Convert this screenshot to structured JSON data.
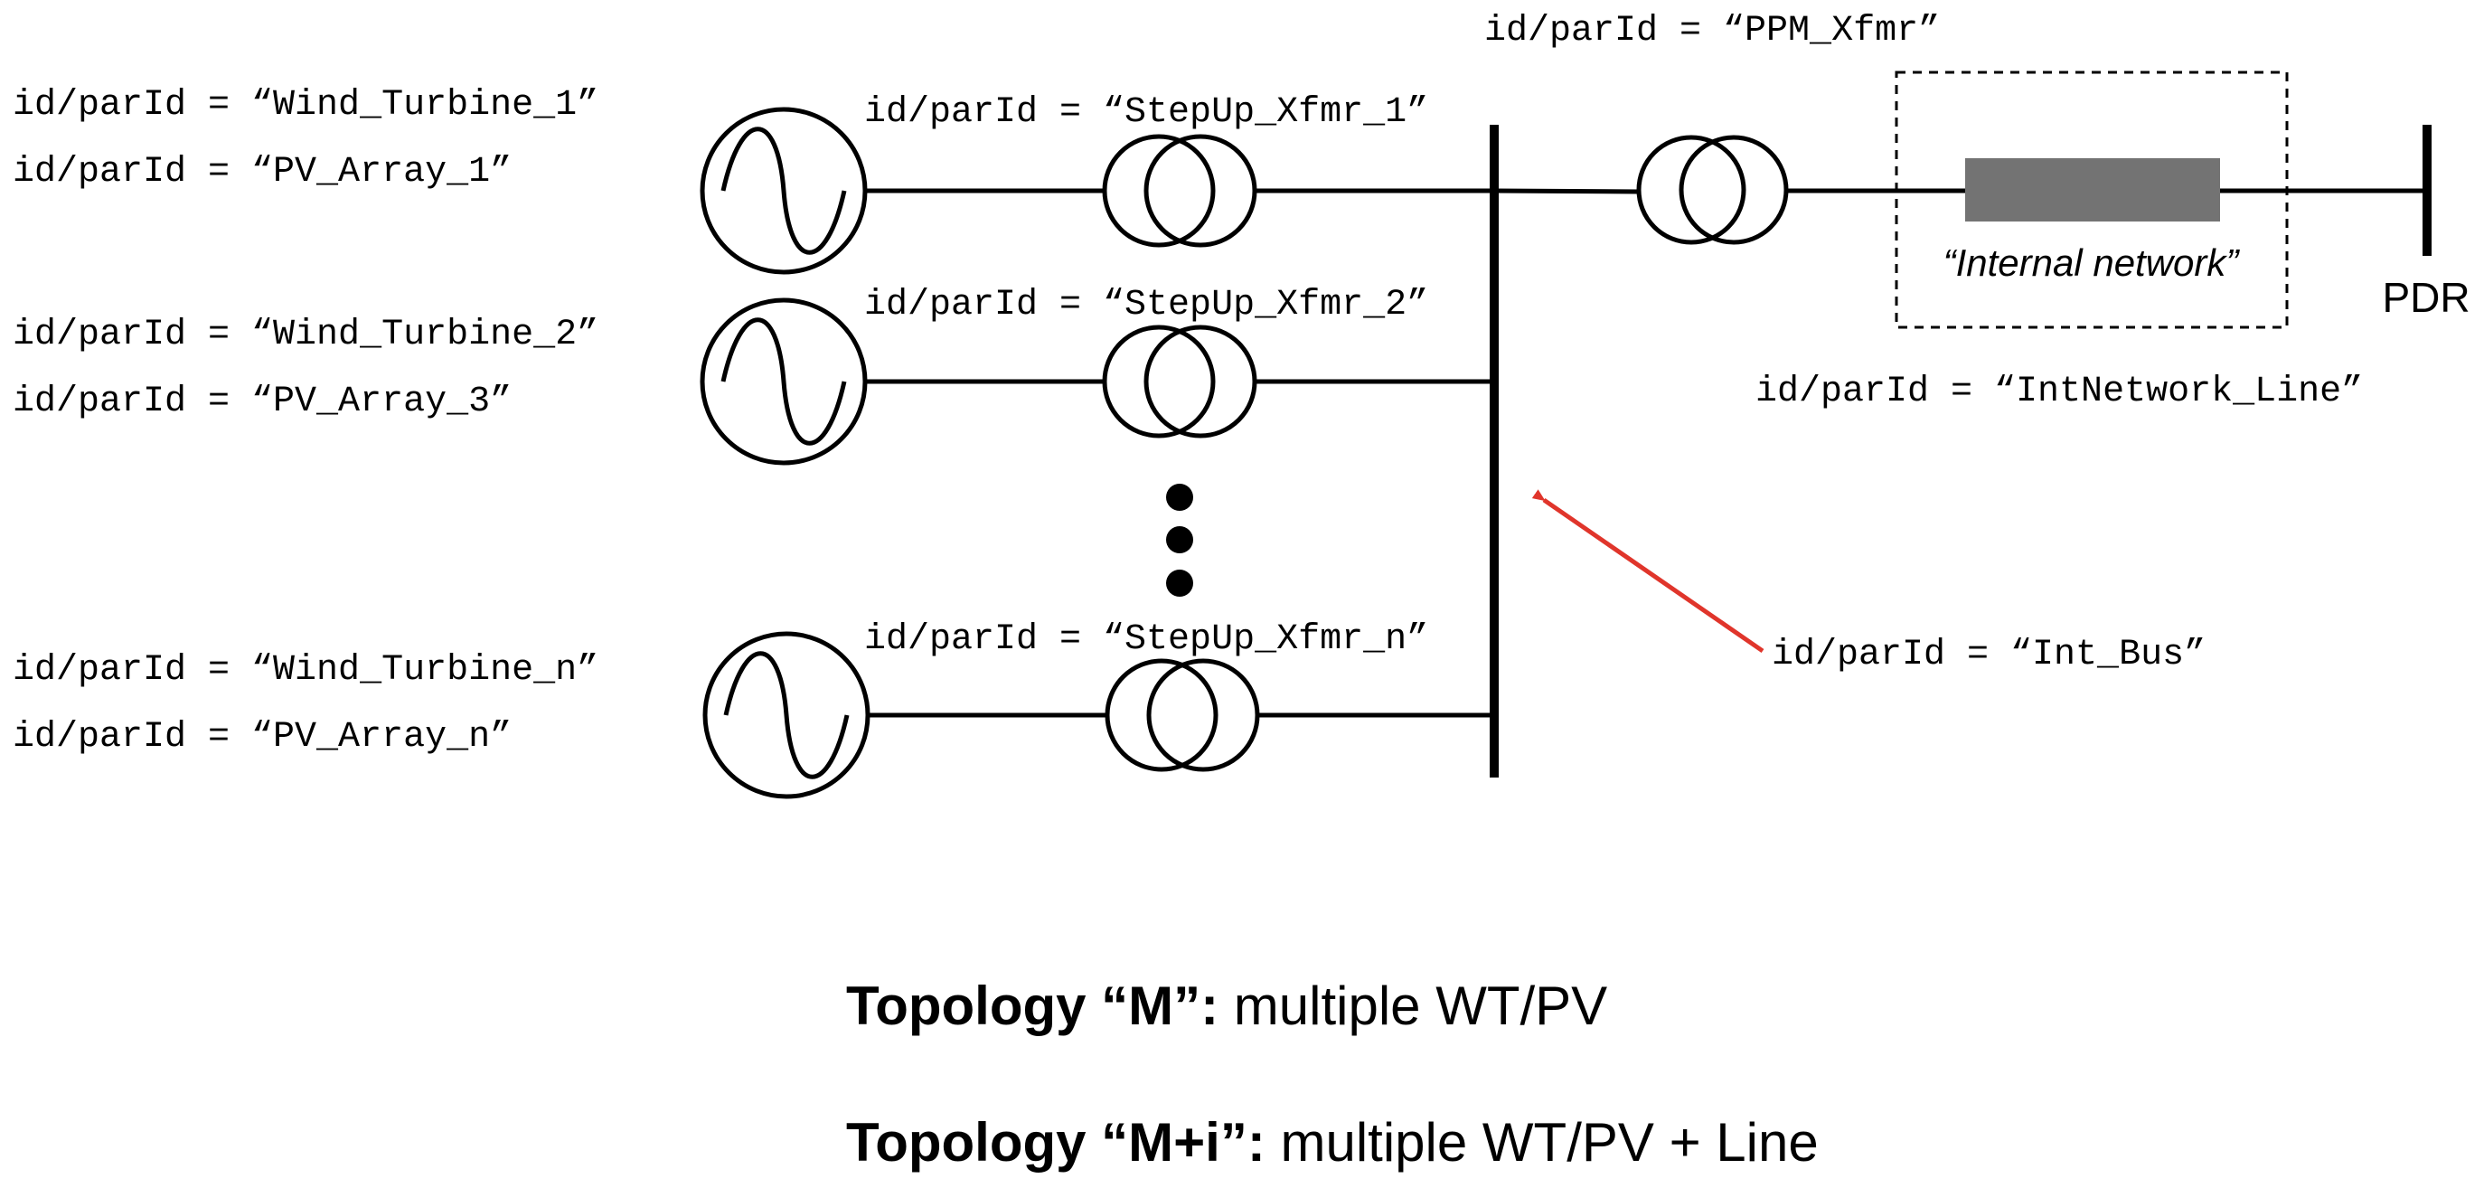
{
  "generator_labels": [
    [
      "id/parId = “Wind_Turbine_1”",
      "id/parId = “PV_Array_1”"
    ],
    [
      "id/parId = “Wind_Turbine_2”",
      "id/parId = “PV_Array_3”"
    ],
    [
      "id/parId = “Wind_Turbine_n”",
      "id/parId = “PV_Array_n”"
    ]
  ],
  "stepup_labels": [
    "id/parId = “StepUp_Xfmr_1”",
    "id/parId = “StepUp_Xfmr_2”",
    "id/parId = “StepUp_Xfmr_n”"
  ],
  "ppm_xfmr_label": "id/parId = “PPM_Xfmr”",
  "internal_network_label": "“Internal network”",
  "intnetwork_line_label": "id/parId = “IntNetwork_Line”",
  "pdr_label": "PDR",
  "int_bus_label": "id/parId = “Int_Bus”",
  "topology_lines": [
    {
      "bold": "Topology “M”:",
      "rest": " multiple WT/PV"
    },
    {
      "bold": "Topology “M+i”:",
      "rest": " multiple WT/PV + Line"
    }
  ],
  "colors": {
    "line": "#000000",
    "arrow": "#e0352b",
    "line_block": "#737373"
  }
}
